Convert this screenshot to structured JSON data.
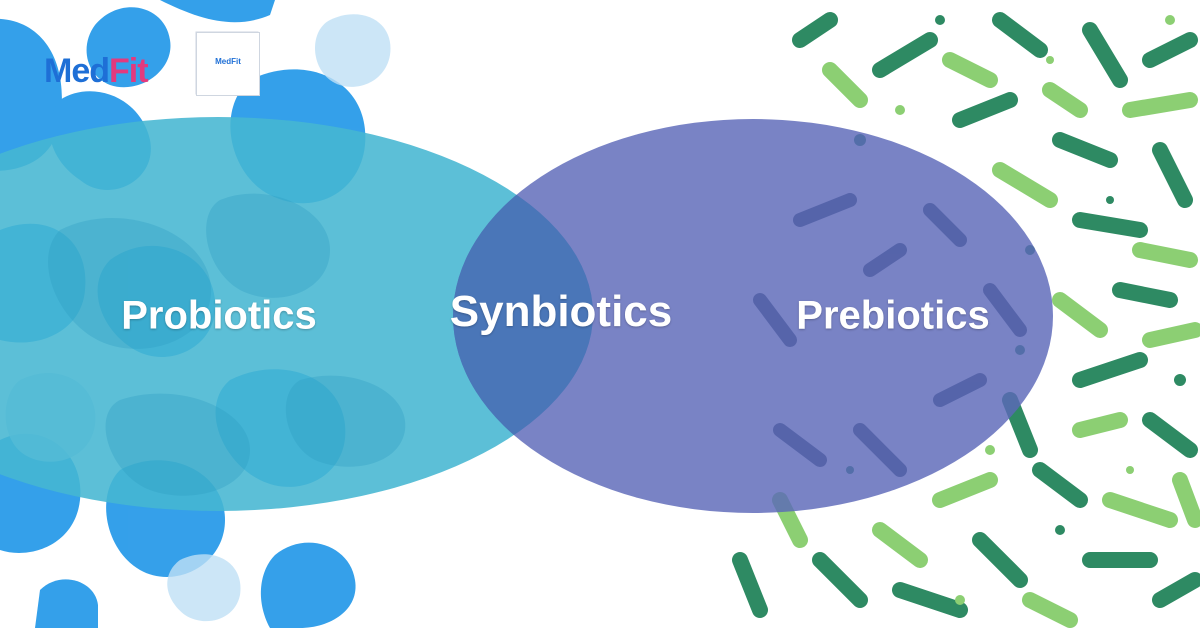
{
  "diagram": {
    "left_label": "Probiotics",
    "center_label": "Synbiotics",
    "right_label": "Prebiotics"
  },
  "logo": {
    "med": "Med",
    "fit": "Fit",
    "qr_text": "MedFit"
  },
  "colors": {
    "left_circle": "#45b6d2",
    "right_circle": "#5b68b8",
    "overlap": "#4a76b8",
    "probiotic_blob": "#1f96e8",
    "bacteria_dark": "#2e8a63",
    "bacteria_light": "#8ccf73",
    "logo_blue": "#1e6fd6",
    "logo_pink": "#e33a7e"
  },
  "icons": {
    "probiotic_shapes": "probiotic-molecule-icon",
    "bacteria_shapes": "bacteria-icon",
    "qr": "qr-code-icon"
  }
}
